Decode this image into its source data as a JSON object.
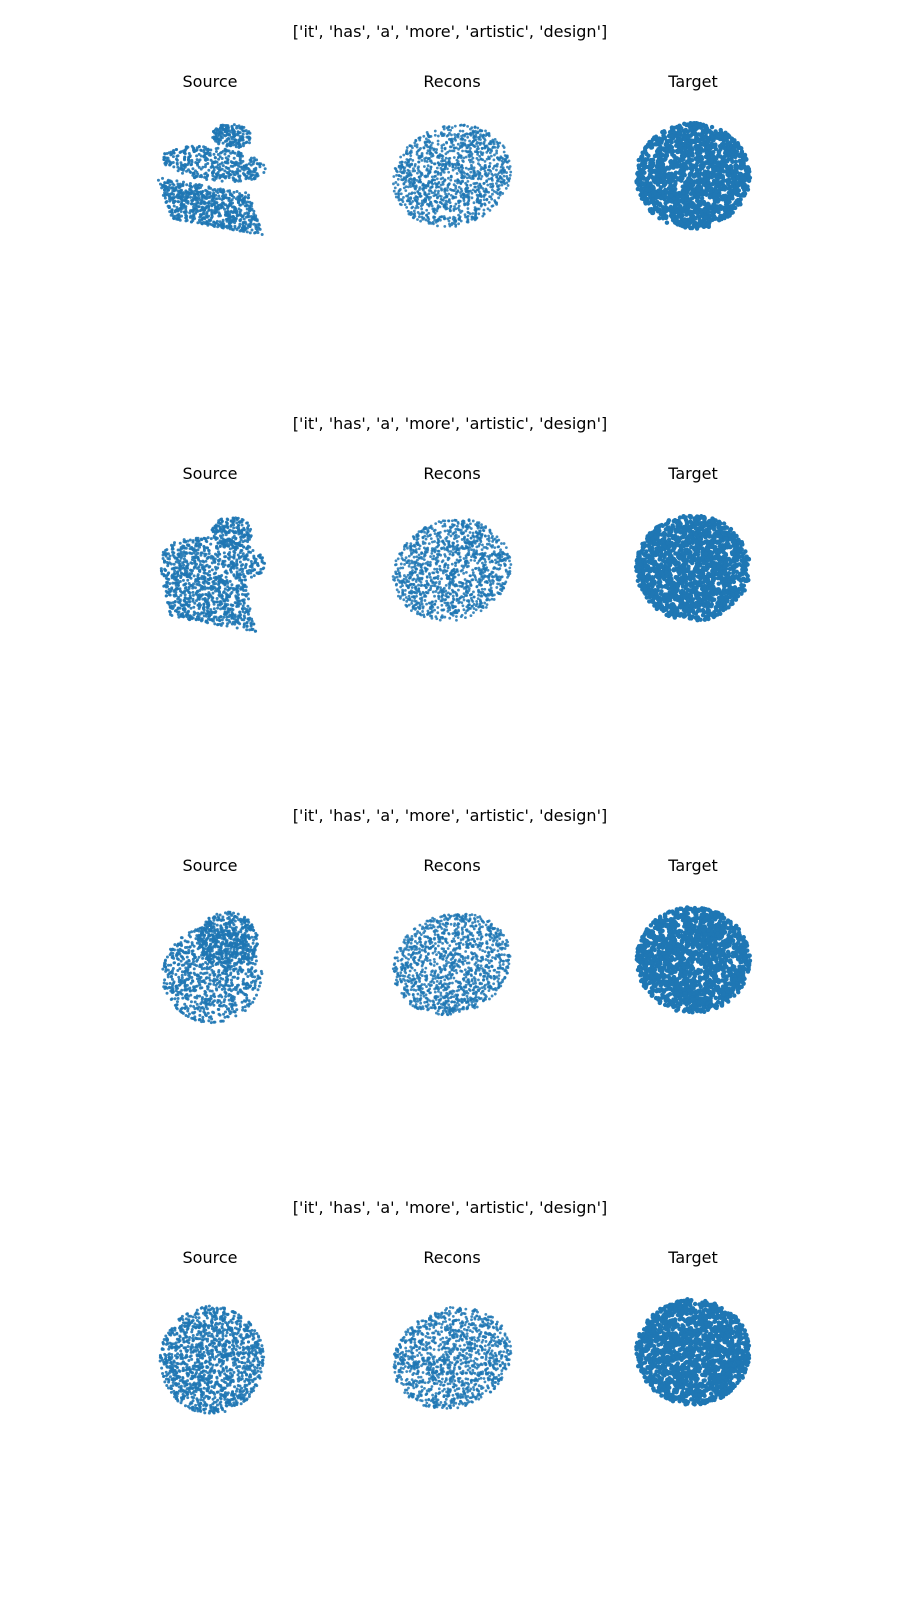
{
  "figure": {
    "point_color": "#1f77b4",
    "background": "#ffffff"
  },
  "chart_data": [
    {
      "type": "scatter",
      "title": "['it', 'has', 'a', 'more', 'artistic', 'design']",
      "axes": "off",
      "grid": false,
      "panels": [
        {
          "title": "Source",
          "shape": "stacked-slabs",
          "variant": 0
        },
        {
          "title": "Recons",
          "shape": "diffuse-blob",
          "variant": 0
        },
        {
          "title": "Target",
          "shape": "dense-disc",
          "variant": 0
        }
      ]
    },
    {
      "type": "scatter",
      "title": "['it', 'has', 'a', 'more', 'artistic', 'design']",
      "axes": "off",
      "grid": false,
      "panels": [
        {
          "title": "Source",
          "shape": "merged-slabs",
          "variant": 1
        },
        {
          "title": "Recons",
          "shape": "diffuse-blob",
          "variant": 1
        },
        {
          "title": "Target",
          "shape": "dense-disc",
          "variant": 1
        }
      ]
    },
    {
      "type": "scatter",
      "title": "['it', 'has', 'a', 'more', 'artistic', 'design']",
      "axes": "off",
      "grid": false,
      "panels": [
        {
          "title": "Source",
          "shape": "dense-blob",
          "variant": 2
        },
        {
          "title": "Recons",
          "shape": "diffuse-blob",
          "variant": 2
        },
        {
          "title": "Target",
          "shape": "dense-disc",
          "variant": 2
        }
      ]
    },
    {
      "type": "scatter",
      "title": "['it', 'has', 'a', 'more', 'artistic', 'design']",
      "axes": "off",
      "grid": false,
      "panels": [
        {
          "title": "Source",
          "shape": "dense-blob",
          "variant": 3
        },
        {
          "title": "Recons",
          "shape": "diffuse-blob",
          "variant": 3
        },
        {
          "title": "Target",
          "shape": "dense-disc",
          "variant": 3
        }
      ]
    }
  ]
}
